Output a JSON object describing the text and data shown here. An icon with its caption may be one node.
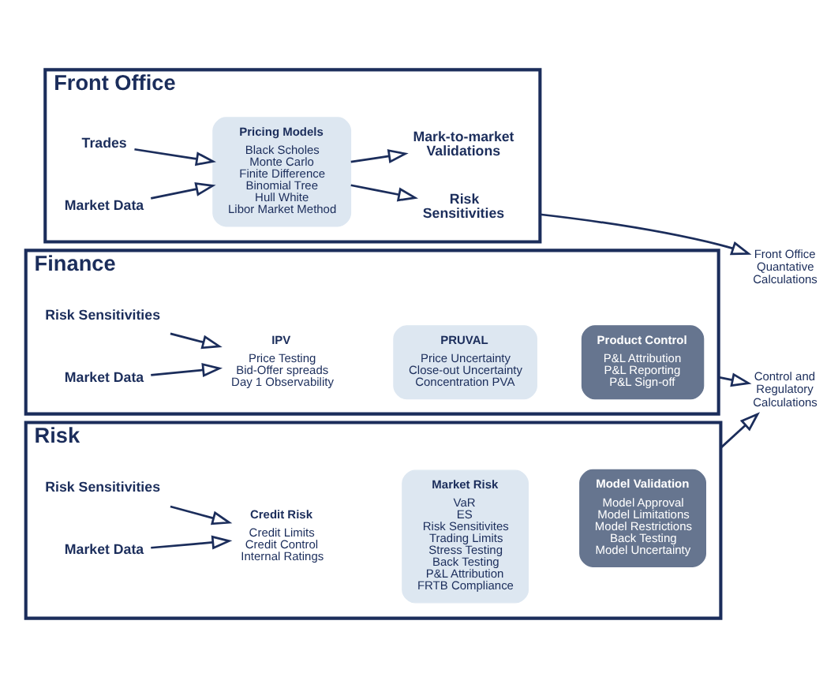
{
  "diagram": {
    "nodes": [
      {
        "text": [
          "Front Office"
        ]
      },
      {
        "text": [
          "Trades"
        ],
        "in": 0
      },
      {
        "text": [
          "Market Data"
        ],
        "in": 0
      },
      {
        "text": [
          "Pricing Models",
          "Black Scholes",
          "Monte Carlo",
          "Finite Difference",
          "Binomial Tree",
          "Hull White",
          "Libor Market Method"
        ],
        "in": 0
      },
      {
        "text": [
          "Mark-to-market Validations"
        ],
        "in": 0
      },
      {
        "text": [
          "Risk Sensitivities"
        ],
        "in": 0
      },
      {
        "text": [
          "Front Office Quantative Calculations"
        ]
      },
      {
        "text": [
          "Finance"
        ]
      },
      {
        "text": [
          "Risk Sensitivities"
        ],
        "in": 7
      },
      {
        "text": [
          "Market Data"
        ],
        "in": 7
      },
      {
        "text": [
          "IPV",
          "Price Testing",
          "Bid-Offer spreads",
          "Day 1 Observability"
        ],
        "in": 7
      },
      {
        "text": [
          "PRUVAL",
          "Price Uncertainty",
          "Close-out Uncertainty",
          "Concentration PVA"
        ],
        "in": 7
      },
      {
        "text": [
          "Product Control",
          "P&L Attribution",
          "P&L Reporting",
          "P&L Sign-off"
        ],
        "in": 7
      },
      {
        "text": [
          "Control and Regulatory Calculations"
        ]
      },
      {
        "text": [
          "Risk"
        ]
      },
      {
        "text": [
          "Risk Sensitivities"
        ],
        "in": 14
      },
      {
        "text": [
          "Market Data"
        ],
        "in": 14
      },
      {
        "text": [
          "Credit Risk",
          "Credit Limits",
          "Credit Control",
          "Internal Ratings"
        ],
        "in": 14
      },
      {
        "text": [
          "Market Risk",
          "VaR",
          "ES",
          "Risk Sensitivites",
          "Trading Limits",
          "Stress Testing",
          "Back Testing",
          "P&L Attribution",
          "FRTB Compliance"
        ],
        "in": 14
      },
      {
        "text": [
          "Model Validation",
          "Model Approval",
          "Model Limitations",
          "Model Restrictions",
          "Back Testing",
          "Model Uncertainty"
        ],
        "in": 14
      }
    ],
    "edges": [
      {
        "from": 1,
        "to": 3,
        "arrow": "to"
      },
      {
        "from": 2,
        "to": 3,
        "arrow": "to"
      },
      {
        "from": 3,
        "to": 4,
        "arrow": "to"
      },
      {
        "from": 3,
        "to": 5,
        "arrow": "to"
      },
      {
        "from": 0,
        "to": 6,
        "arrow": "to"
      },
      {
        "from": 8,
        "to": 10,
        "arrow": "to"
      },
      {
        "from": 9,
        "to": 10,
        "arrow": "to"
      },
      {
        "from": 7,
        "to": 13,
        "arrow": "to"
      },
      {
        "from": 14,
        "to": 13,
        "arrow": "to"
      },
      {
        "from": 15,
        "to": 17,
        "arrow": "to"
      },
      {
        "from": 16,
        "to": 17,
        "arrow": "to"
      }
    ]
  }
}
